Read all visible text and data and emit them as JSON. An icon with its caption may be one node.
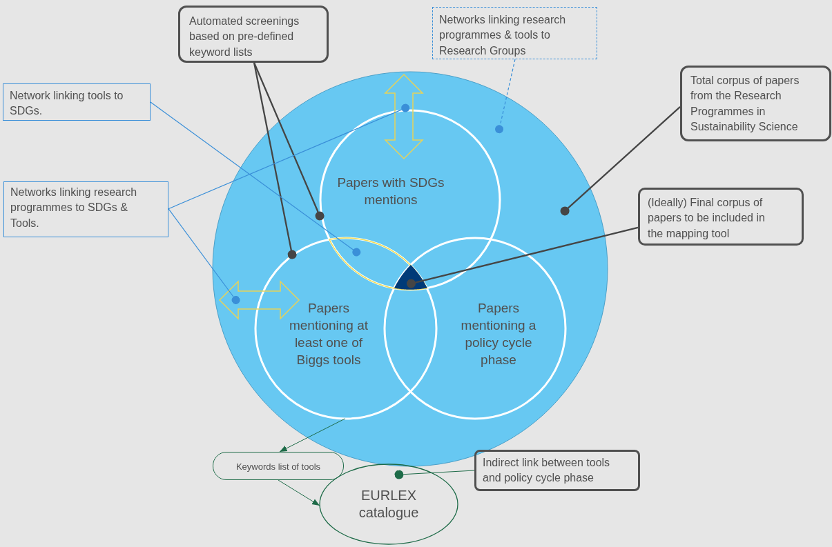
{
  "diagram": {
    "nodes": [
      {
        "text": [],
        "shape": "circle"
      },
      {
        "text": [
          "Papers with SDGs mentions"
        ],
        "in": 0
      },
      {
        "text": [
          "Papers mentioning at least one of Biggs tools"
        ],
        "in": 0
      },
      {
        "text": [
          "Papers mentioning a policy cycle phase"
        ],
        "in": 0
      },
      {
        "text": [],
        "shape": "lens"
      },
      {
        "text": [],
        "shape": "triangle"
      },
      {
        "text": [],
        "shape": "arrow",
        "in": 0
      },
      {
        "text": [],
        "shape": "arrow",
        "in": 0
      },
      {
        "text": [
          "Automated screenings based on pre-defined keyword lists"
        ]
      },
      {
        "text": [
          "Networks linking research programmes & tools to Research Groups"
        ]
      },
      {
        "text": [
          "Network linking tools to SDGs."
        ]
      },
      {
        "text": [
          "Total corpus of papers from the Research Programmes in Sustainability Science"
        ]
      },
      {
        "text": [
          "Networks linking research programmes to SDGs & Tools."
        ]
      },
      {
        "text": [
          "(Ideally) Final corpus of papers to be included in the mapping tool"
        ]
      },
      {
        "text": [
          "Keywords list of tools"
        ]
      },
      {
        "text": [
          "EURLEX catalogue"
        ]
      },
      {
        "text": [
          "Indirect link between tools and policy cycle phase"
        ]
      }
    ],
    "edges": [
      {
        "from": 8,
        "to": 1,
        "arrow": "other"
      },
      {
        "from": 8,
        "to": 2,
        "arrow": "other"
      },
      {
        "from": 9,
        "to": 0,
        "arrow": "other",
        "style": "dashed",
        "color": "#3a8fd8"
      },
      {
        "from": 10,
        "to": 4,
        "arrow": "other",
        "color": "#3a8fd8"
      },
      {
        "from": 12,
        "to": 6,
        "arrow": "other",
        "color": "#3a8fd8"
      },
      {
        "from": 12,
        "to": 7,
        "arrow": "other",
        "color": "#3a8fd8"
      },
      {
        "from": 11,
        "to": 0,
        "arrow": "other"
      },
      {
        "from": 13,
        "to": 5,
        "arrow": "other"
      },
      {
        "from": 16,
        "to": 15,
        "arrow": "other",
        "color": "#1e6b48"
      },
      {
        "from": 2,
        "to": 14,
        "arrow": "to",
        "color": "#1e6b48"
      },
      {
        "from": 14,
        "to": 15,
        "arrow": "to",
        "color": "#1e6b48"
      }
    ]
  }
}
